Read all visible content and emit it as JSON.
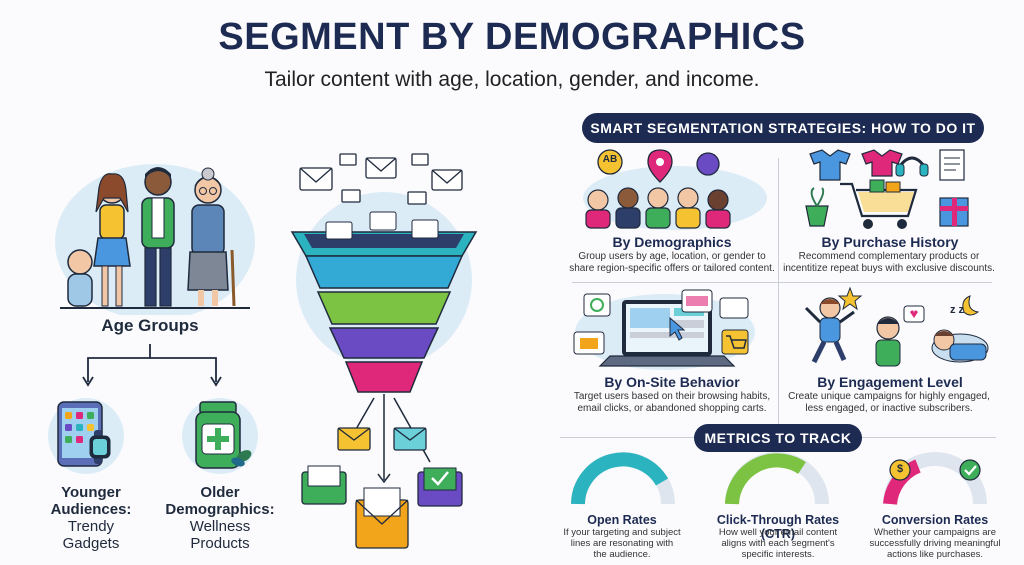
{
  "header": {
    "title": "SEGMENT BY DEMOGRAPHICS",
    "subtitle": "Tailor content with age, location, gender, and income."
  },
  "left": {
    "age_groups_label": "Age Groups",
    "younger": {
      "line1": "Younger",
      "line2": "Audiences:",
      "line3": "Trendy",
      "line4": "Gadgets"
    },
    "older": {
      "line1": "Older",
      "line2": "Demographics:",
      "line3": "Wellness",
      "line4": "Products"
    }
  },
  "strategies": {
    "heading": "SMART SEGMENTATION STRATEGIES: HOW TO DO IT",
    "demographics": {
      "badge": "AB",
      "title": "By Demographics",
      "desc1": "Group users by age, location, or gender to",
      "desc2": "share region-specific offers or tailored content."
    },
    "purchase": {
      "title": "By Purchase History",
      "desc1": "Recommend complementary products or",
      "desc2": "incentitize repeat buys with exclusive discounts."
    },
    "behavior": {
      "title": "By On-Site Behavior",
      "desc1": "Target users based on their browsing habits,",
      "desc2": "email clicks, or abandoned shopping carts."
    },
    "engagement": {
      "title": "By Engagement Level",
      "desc1": "Create unique campaigns for highly engaged,",
      "desc2": "less engaged, or inactive subscribers.",
      "zz": "z z"
    }
  },
  "metrics": {
    "heading": "METRICS TO TRACK",
    "open": {
      "title": "Open Rates",
      "desc1": "If your targeting and subject",
      "desc2": "lines are resonating with",
      "desc3": "the audience."
    },
    "ctr": {
      "title": "Click-Through Rates (CTR)",
      "desc1": "How well your email content",
      "desc2": "aligns with each segment's",
      "desc3": "specific interests."
    },
    "conv": {
      "title": "Conversion Rates",
      "desc1": "Whether your campaigns are",
      "desc2": "successfully driving meaningful",
      "desc3": "actions like purchases.",
      "dollar": "$"
    }
  },
  "colors": {
    "navy": "#1d2b52",
    "teal": "#2bb3c0",
    "green": "#7cc243",
    "purple": "#6a4bc4",
    "pink": "#e0287a",
    "orange": "#f2a51a"
  }
}
